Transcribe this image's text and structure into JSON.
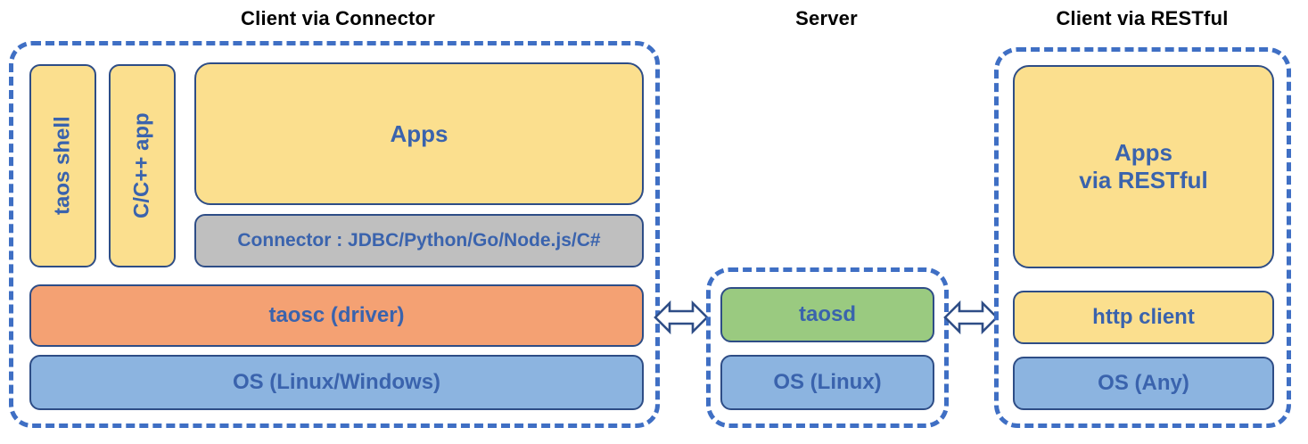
{
  "diagram": {
    "title_left": "Client via Connector",
    "title_center": "Server",
    "title_right": "Client via RESTful",
    "colors": {
      "dash_border": "#3F6FC4",
      "box_border": "#2E4D86",
      "text_blue": "#3A63AD",
      "yellow": "#FBDF8E",
      "gray": "#BFBFBF",
      "orange": "#F4A173",
      "blue": "#8CB4E0",
      "green": "#9ACA80"
    }
  },
  "client_connector": {
    "taos_shell": "taos shell",
    "c_cpp_app": "C/C++ app",
    "apps": "Apps",
    "connector": "Connector : JDBC/Python/Go/Node.js/C#",
    "taosc": "taosc (driver)",
    "os": "OS (Linux/Windows)"
  },
  "server": {
    "taosd": "taosd",
    "os": "OS (Linux)"
  },
  "client_restful": {
    "apps_line1": "Apps",
    "apps_line2": "via RESTful",
    "http_client": "http client",
    "os": "OS (Any)"
  },
  "arrows": {
    "left_arrow": "double-headed-arrow",
    "right_arrow": "double-headed-arrow"
  }
}
